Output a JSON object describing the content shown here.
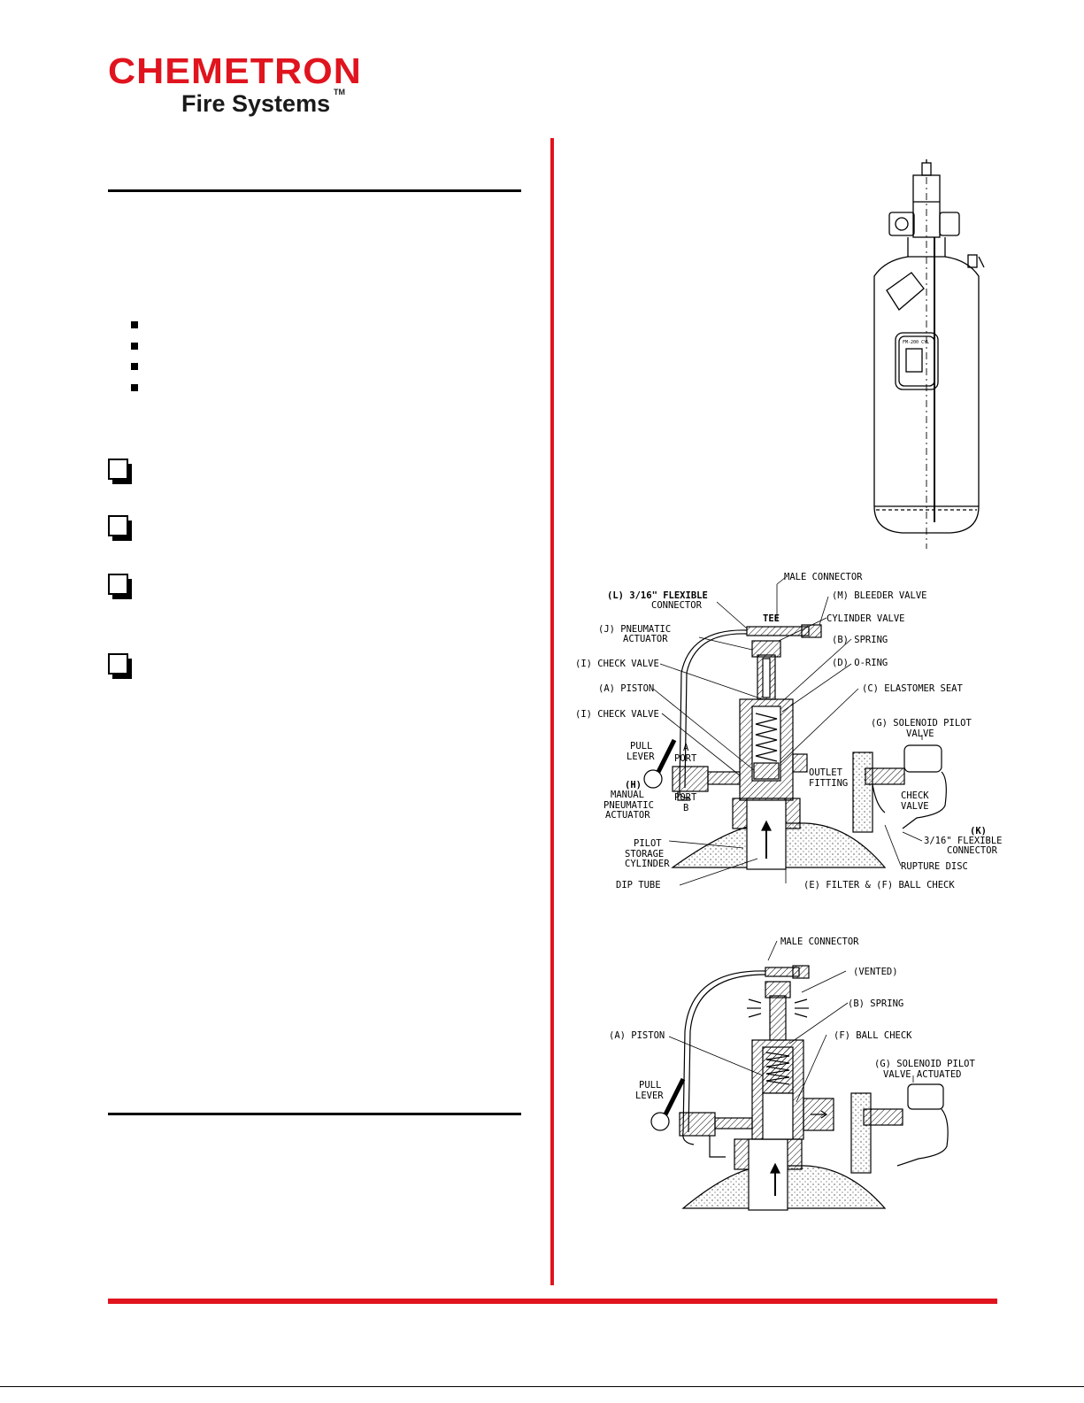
{
  "brand": {
    "name": "CHEMETRON",
    "sub": "Fire Systems",
    "tm": "TM"
  },
  "colors": {
    "accent": "#e0141e",
    "ink": "#000000"
  },
  "left_column": {
    "bullets": 4,
    "checkboxes": 4
  },
  "cylinder_drawing": {
    "label_plate": "FM-200 CYL"
  },
  "diagram1": {
    "labels": {
      "male_connector": "MALE CONNECTOR",
      "l_flex_1": "(L) 3/16\" FLEXIBLE",
      "l_flex_2": "CONNECTOR",
      "m_bleeder": "(M) BLEEDER VALVE",
      "tee": "TEE",
      "cyl_valve": "CYLINDER VALVE",
      "j_pneu_1": "(J) PNEUMATIC",
      "j_pneu_2": "ACTUATOR",
      "b_spring": "(B) SPRING",
      "i_check_a": "(I) CHECK VALVE",
      "d_oring": "(D) O-RING",
      "a_piston": "(A) PISTON",
      "c_elast": "(C) ELASTOMER SEAT",
      "i_check_b": "(I) CHECK VALVE",
      "g_sol_1": "(G) SOLENOID PILOT",
      "g_sol_2": "VALVE",
      "pull_1": "PULL",
      "pull_2": "LEVER",
      "a_port_1": "A",
      "a_port_2": "PORT",
      "outlet_1": "OUTLET",
      "outlet_2": "FITTING",
      "h_1": "(H)",
      "h_2": "MANUAL",
      "h_3": "PNEUMATIC",
      "h_4": "ACTUATOR",
      "port_b_1": "PORT",
      "port_b_2": "B",
      "check_1": "CHECK",
      "check_2": "VALVE",
      "k_1": "(K)",
      "k_2": "3/16\" FLEXIBLE",
      "k_3": "CONNECTOR",
      "pilot_1": "PILOT",
      "pilot_2": "STORAGE",
      "pilot_3": "CYLINDER",
      "rupture": "RUPTURE DISC",
      "dip": "DIP TUBE",
      "filter": "(E) FILTER & (F) BALL CHECK"
    }
  },
  "diagram2": {
    "labels": {
      "male_connector": "MALE CONNECTOR",
      "vented": "(VENTED)",
      "b_spring": "(B) SPRING",
      "f_ball": "(F) BALL CHECK",
      "a_piston": "(A) PISTON",
      "g_sol_1": "(G) SOLENOID PILOT",
      "g_sol_2": "VALVE ACTUATED",
      "pull_1": "PULL",
      "pull_2": "LEVER"
    }
  }
}
